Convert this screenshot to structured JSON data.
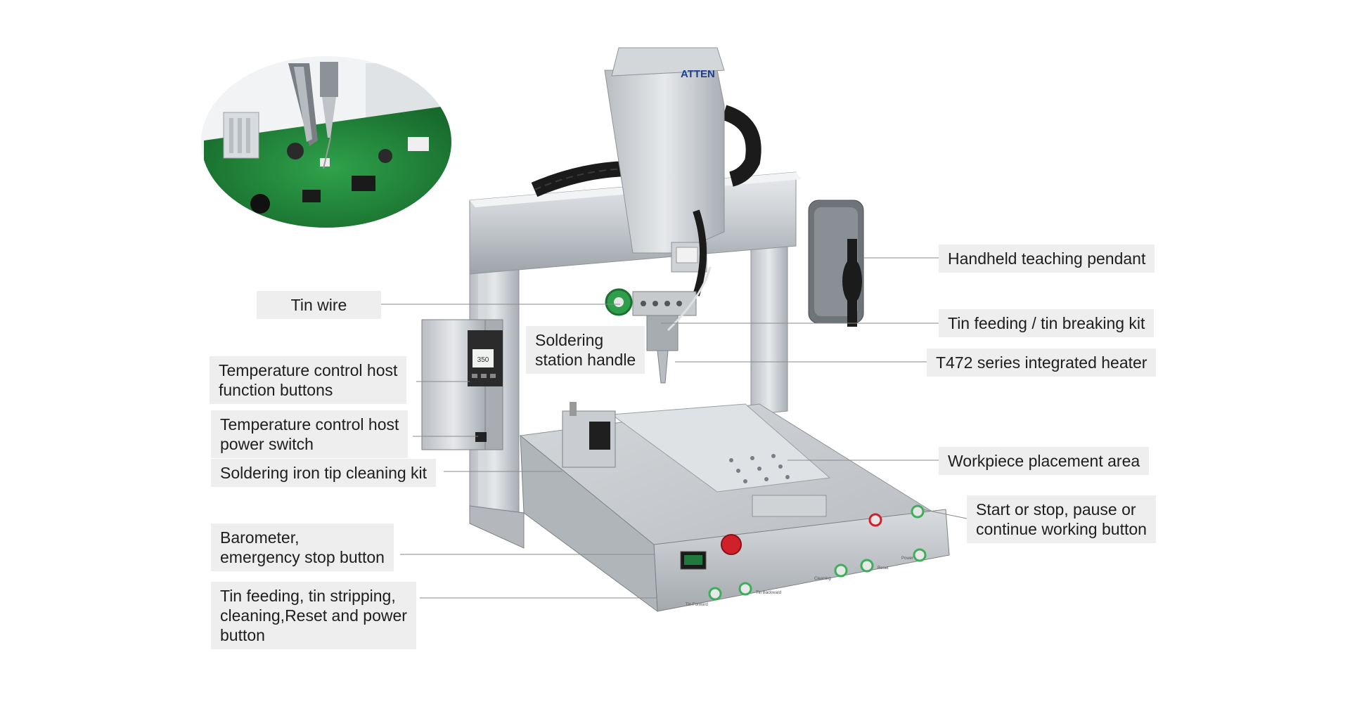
{
  "image": {
    "subject": "ATTEN desktop soldering robot with labeled components",
    "brand_text": "ATTEN",
    "controller_display": "350",
    "panel_small_text": [
      "Tin Forward",
      "Tin Backward",
      "Cleaning",
      "Reset",
      "Power"
    ],
    "colors": {
      "frame": "#c4c8cc",
      "dark_frame": "#8c9197",
      "rail": "#dcdfe2",
      "cable_chain": "#1b1b1b",
      "pcb": "#1f8a3a",
      "button_green": "#3fae5a",
      "emergency_red": "#d0202a",
      "label_bg": "#eeeeee",
      "leader_line": "#8a8a8a",
      "brand_blue": "#1d3f8e"
    }
  },
  "labels": {
    "handheld_pendant": [
      "Handheld teaching pendant"
    ],
    "tin_wire": [
      "Tin wire"
    ],
    "tin_feeding_kit": [
      "Tin feeding / tin breaking kit"
    ],
    "soldering_handle": [
      "Soldering",
      "station handle"
    ],
    "t472_heater": [
      "T472 series integrated heater"
    ],
    "temp_function_buttons": [
      "Temperature control host",
      "function buttons"
    ],
    "temp_power_switch": [
      "Temperature control host",
      "power switch"
    ],
    "tip_cleaning_kit": [
      "Soldering iron tip cleaning kit"
    ],
    "workpiece_area": [
      "Workpiece placement area"
    ],
    "start_stop_button": [
      "Start or stop, pause or",
      "continue working button"
    ],
    "barometer_estop": [
      "Barometer,",
      "emergency stop button"
    ],
    "tin_feed_buttons": [
      "Tin feeding, tin stripping,",
      "cleaning,Reset and power",
      "button"
    ]
  }
}
